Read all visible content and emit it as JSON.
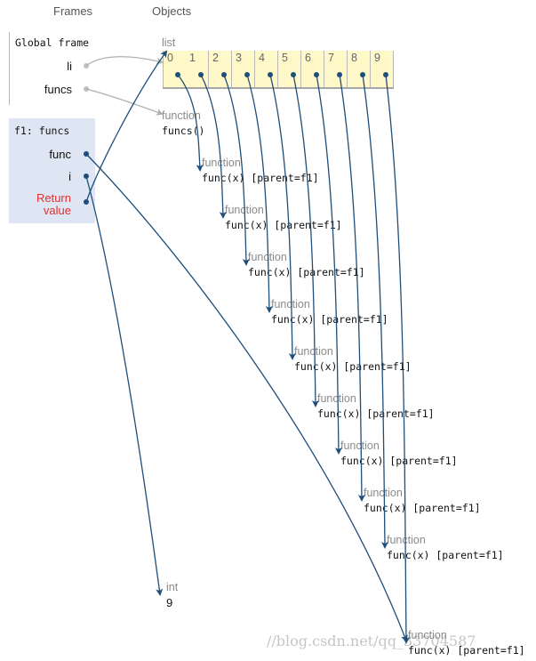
{
  "headers": {
    "frames": "Frames",
    "objects": "Objects"
  },
  "global_frame": {
    "title": "Global frame",
    "vars": [
      {
        "name": "li"
      },
      {
        "name": "funcs"
      }
    ]
  },
  "f1_frame": {
    "title": "f1: funcs",
    "vars": [
      {
        "name": "func"
      },
      {
        "name": "i"
      }
    ],
    "return_label_1": "Return",
    "return_label_2": "value"
  },
  "list_obj": {
    "type": "list",
    "indices": [
      "0",
      "1",
      "2",
      "3",
      "4",
      "5",
      "6",
      "7",
      "8",
      "9"
    ]
  },
  "funcs_obj": {
    "type": "function",
    "label": "funcs()"
  },
  "func_objs": [
    {
      "type": "function",
      "label": "func(x) [parent=f1]"
    },
    {
      "type": "function",
      "label": "func(x) [parent=f1]"
    },
    {
      "type": "function",
      "label": "func(x) [parent=f1]"
    },
    {
      "type": "function",
      "label": "func(x) [parent=f1]"
    },
    {
      "type": "function",
      "label": "func(x) [parent=f1]"
    },
    {
      "type": "function",
      "label": "func(x) [parent=f1]"
    },
    {
      "type": "function",
      "label": "func(x) [parent=f1]"
    },
    {
      "type": "function",
      "label": "func(x) [parent=f1]"
    },
    {
      "type": "function",
      "label": "func(x) [parent=f1]"
    },
    {
      "type": "function",
      "label": "func(x) [parent=f1]"
    }
  ],
  "int_obj": {
    "type": "int",
    "value": "9"
  },
  "watermark": "//blog.csdn.net/qq_33704587",
  "colors": {
    "pointer": "#1f4e79",
    "frame_bg": "#dde6f2",
    "list_bg": "#fff8c9",
    "return_label": "#e03030"
  }
}
